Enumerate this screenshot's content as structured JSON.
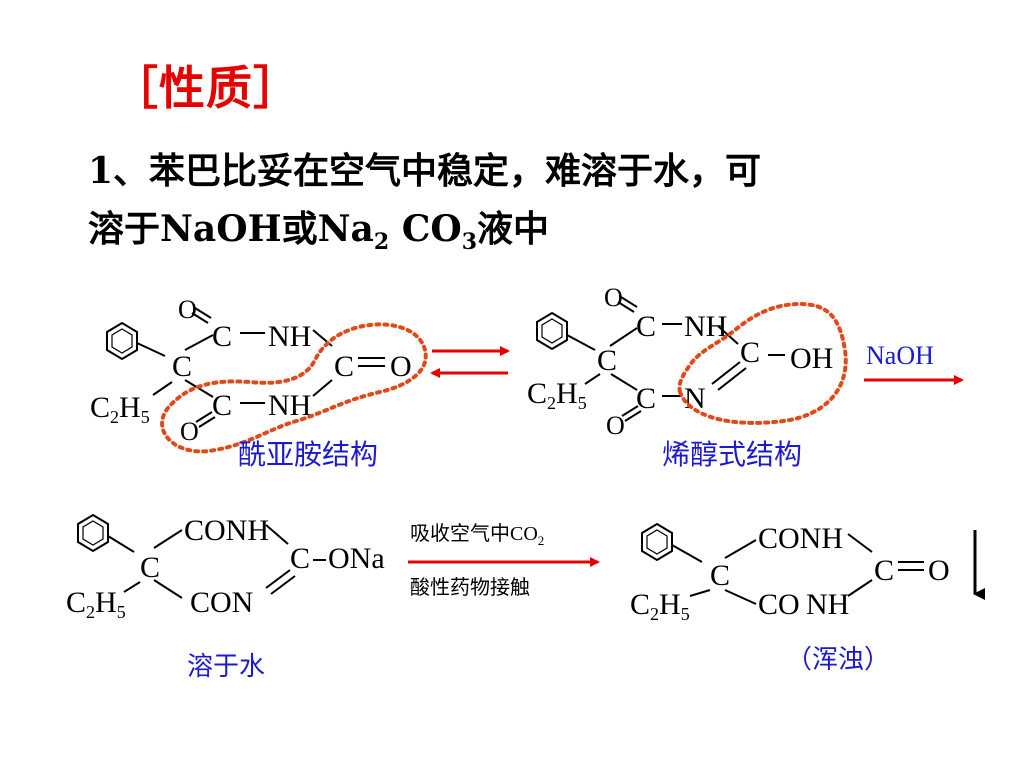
{
  "title": "［性质］",
  "statement": {
    "line1": "1、苯巴比妥在空气中稳定，难溶于水，可",
    "line2_a": "溶于NaOH或Na",
    "line2_sub1": "2",
    "line2_b": " CO",
    "line2_sub2": "3",
    "line2_c": "液中"
  },
  "structures": {
    "s1": {
      "o_top": "O",
      "c_top": "C",
      "nh_top": "NH",
      "c_center": "C",
      "c_right": "C",
      "o_right": "O",
      "ethyl": "C",
      "ethyl_sub": "2",
      "ethyl_h": "H",
      "ethyl_sub2": "5",
      "c_bottom": "C",
      "nh_bottom": "NH",
      "o_bottom": "O",
      "caption": "酰亚胺结构"
    },
    "s2": {
      "o_top": "O",
      "c_top": "C",
      "nh_top": "NH",
      "c_center": "C",
      "c_right": "C",
      "oh": "OH",
      "ethyl": "C",
      "ethyl_sub": "2",
      "ethyl_h": "H",
      "ethyl_sub2": "5",
      "c_bottom": "C",
      "n_bottom": "N",
      "o_bottom": "O",
      "caption": "烯醇式结构"
    },
    "s3": {
      "conh": "CONH",
      "c_center": "C",
      "c_right": "C",
      "ona": "ONa",
      "ethyl": "C",
      "ethyl_sub": "2",
      "ethyl_h": "H",
      "ethyl_sub2": "5",
      "con": "CON",
      "caption": "溶于水"
    },
    "s4": {
      "conh": "CONH",
      "c_center": "C",
      "c_right": "C",
      "o_right": "O",
      "ethyl": "C",
      "ethyl_sub": "2",
      "ethyl_h": "H",
      "ethyl_sub2": "5",
      "co": "CO",
      "nh": "NH",
      "caption": "（浑浊）"
    }
  },
  "reagents": {
    "naoh": "NaOH",
    "line1": "吸收空气中CO",
    "line1_sub": "2",
    "line2": "酸性药物接触"
  },
  "colors": {
    "title": "#e60000",
    "arrow": "#e60000",
    "dotted_outline": "#e04a1a",
    "caption": "#1a1ad0",
    "text": "#000000"
  }
}
